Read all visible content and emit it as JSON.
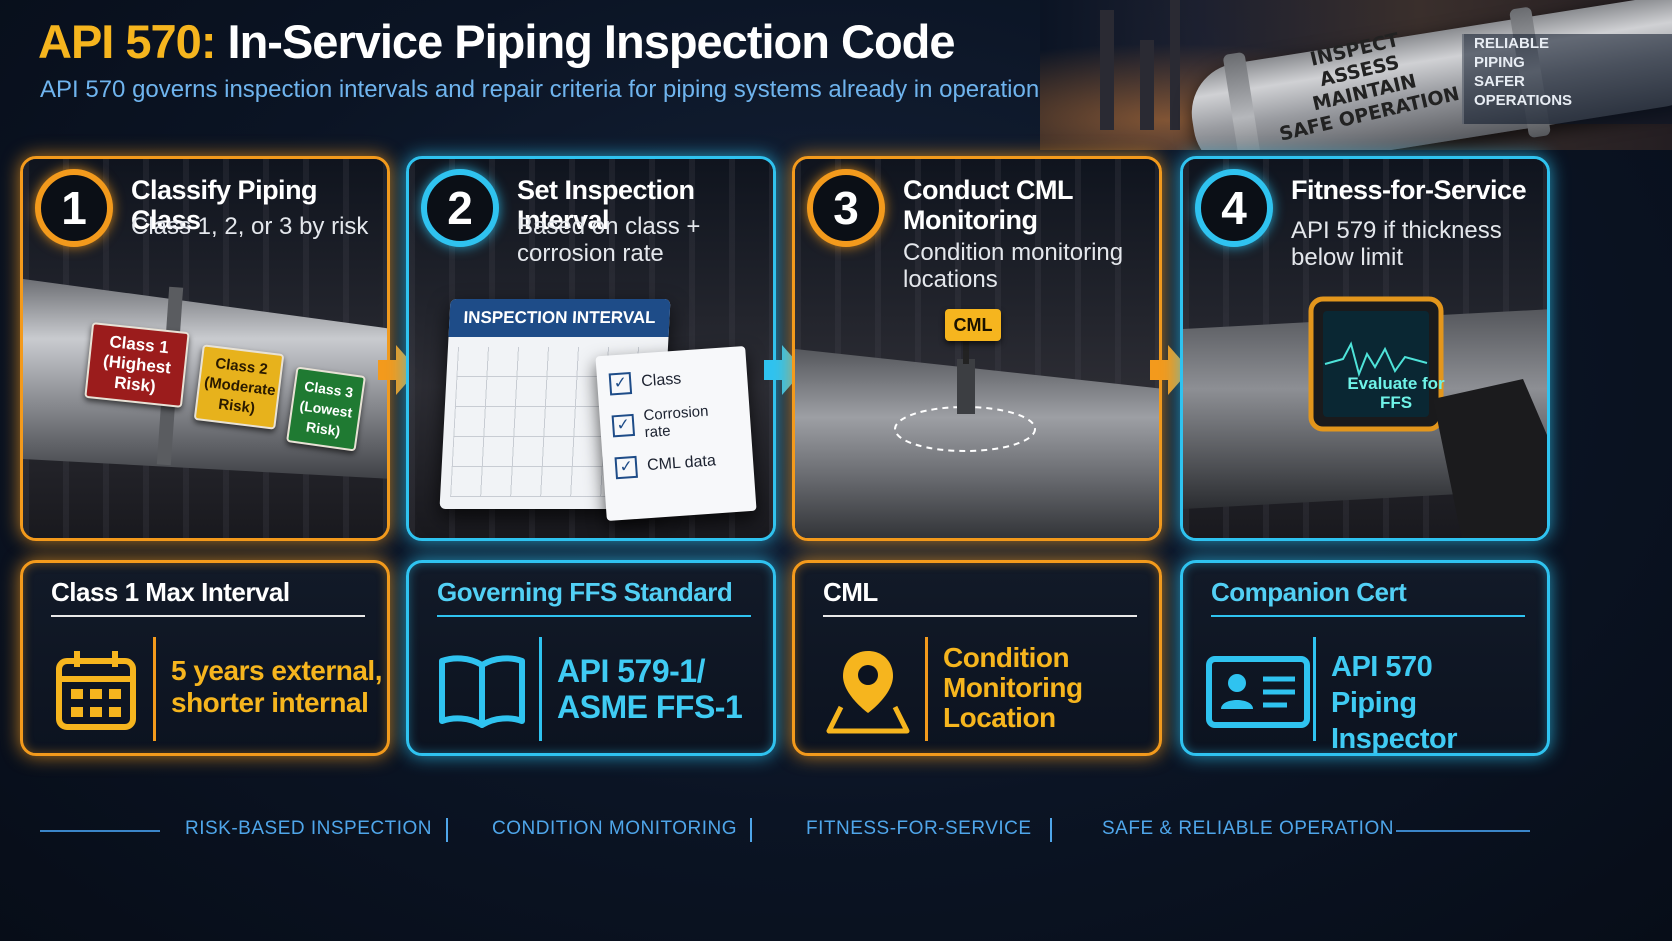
{
  "header": {
    "title_accent": "API 570:",
    "title_rest": " In-Service Piping Inspection Code",
    "subtitle": "API 570 governs inspection intervals and repair criteria for piping systems already in operation"
  },
  "hero": {
    "stamp_lines": [
      "INSPECT",
      "ASSESS",
      "MAINTAIN",
      "SAFE OPERATION"
    ],
    "badge_lines": [
      "RELIABLE",
      "PIPING",
      "SAFER",
      "OPERATIONS"
    ]
  },
  "steps": [
    {
      "number": "1",
      "title": "Classify Piping Class",
      "desc": "Class 1, 2, or 3 by risk",
      "tags": [
        "Class 1 (Highest Risk)",
        "Class 2 (Moderate Risk)",
        "Class 3 (Lowest Risk)"
      ]
    },
    {
      "number": "2",
      "title": "Set Inspection Interval",
      "desc": "Based on class + corrosion rate",
      "calendar_title": "INSPECTION INTERVAL",
      "checklist": [
        "Class",
        "Corrosion rate",
        "CML data"
      ]
    },
    {
      "number": "3",
      "title": "Conduct CML Monitoring",
      "desc": "Condition monitoring locations",
      "marker": "CML"
    },
    {
      "number": "4",
      "title": "Fitness-for-Service",
      "desc": "API 579 if thickness below limit",
      "device_text": "Evaluate for FFS"
    }
  ],
  "info_cards": [
    {
      "heading": "Class 1 Max Interval",
      "value_lines": [
        "5 years external,",
        "shorter internal"
      ],
      "icon": "calendar-icon"
    },
    {
      "heading": "Governing FFS Standard",
      "value_lines": [
        "API 579-1/",
        "ASME FFS-1"
      ],
      "icon": "book-icon"
    },
    {
      "heading": "CML",
      "value_lines": [
        "Condition",
        "Monitoring",
        "Location"
      ],
      "icon": "location-pin-icon"
    },
    {
      "heading": "Companion Cert",
      "value_lines": [
        "API 570",
        "Piping Inspector"
      ],
      "icon": "id-card-icon"
    }
  ],
  "footer": {
    "items": [
      "RISK-BASED INSPECTION",
      "CONDITION MONITORING",
      "FITNESS-FOR-SERVICE",
      "SAFE & RELIABLE OPERATION"
    ]
  },
  "colors": {
    "orange": "#f39a1c",
    "blue": "#2fc3f0",
    "gold": "#f6b51e",
    "subtitle": "#6fb4ee"
  }
}
